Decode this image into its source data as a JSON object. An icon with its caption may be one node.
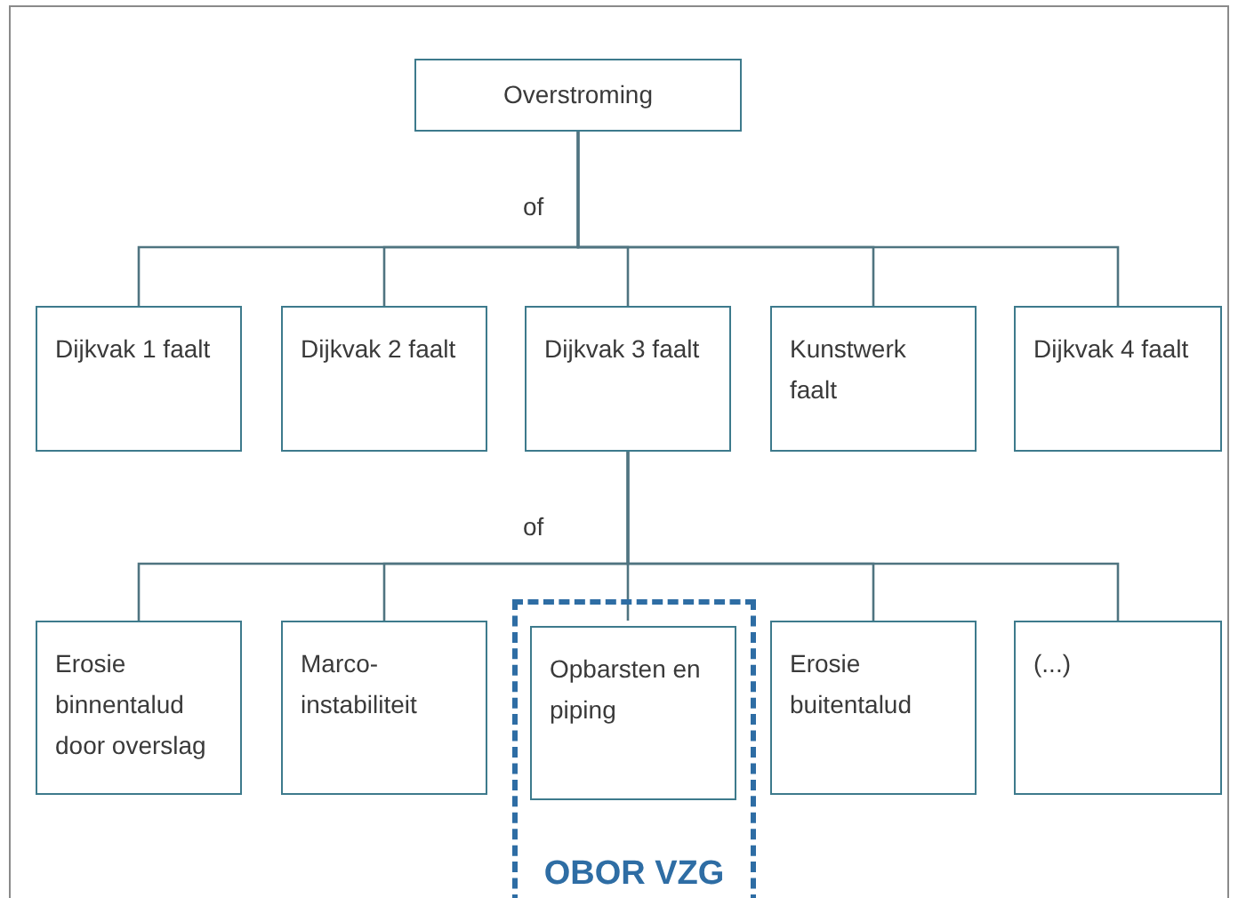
{
  "diagram": {
    "nodes": [
      {
        "text": [
          "Overstroming"
        ]
      },
      {
        "text": [
          "Dijkvak 1 faalt"
        ]
      },
      {
        "text": [
          "Dijkvak 2 faalt"
        ]
      },
      {
        "text": [
          "Dijkvak 3 faalt"
        ]
      },
      {
        "text": [
          "Kunstwerk faalt"
        ]
      },
      {
        "text": [
          "Dijkvak 4 faalt"
        ]
      },
      {
        "text": [
          "Erosie binnentalud door overslag"
        ]
      },
      {
        "text": [
          "Marco-instabiliteit"
        ]
      },
      {
        "text": [
          "OBOR VZG"
        ]
      },
      {
        "text": [
          "Opbarsten en piping"
        ],
        "in": 8
      },
      {
        "text": [
          "Erosie buitentalud"
        ]
      },
      {
        "text": [
          "(...)"
        ]
      }
    ],
    "edges": [
      {
        "from": 0,
        "to": 1,
        "arrow": "none"
      },
      {
        "from": 0,
        "to": 2,
        "arrow": "none"
      },
      {
        "from": 0,
        "to": 3,
        "arrow": "none"
      },
      {
        "from": 0,
        "to": 4,
        "arrow": "none"
      },
      {
        "from": 0,
        "to": 5,
        "arrow": "none"
      },
      {
        "from": 3,
        "to": 6,
        "arrow": "none"
      },
      {
        "from": 3,
        "to": 7,
        "arrow": "none"
      },
      {
        "from": 3,
        "to": 9,
        "arrow": "none"
      },
      {
        "from": 3,
        "to": 10,
        "arrow": "none"
      },
      {
        "from": 3,
        "to": 11,
        "arrow": "none"
      }
    ],
    "labels": [
      "of",
      "of"
    ]
  }
}
